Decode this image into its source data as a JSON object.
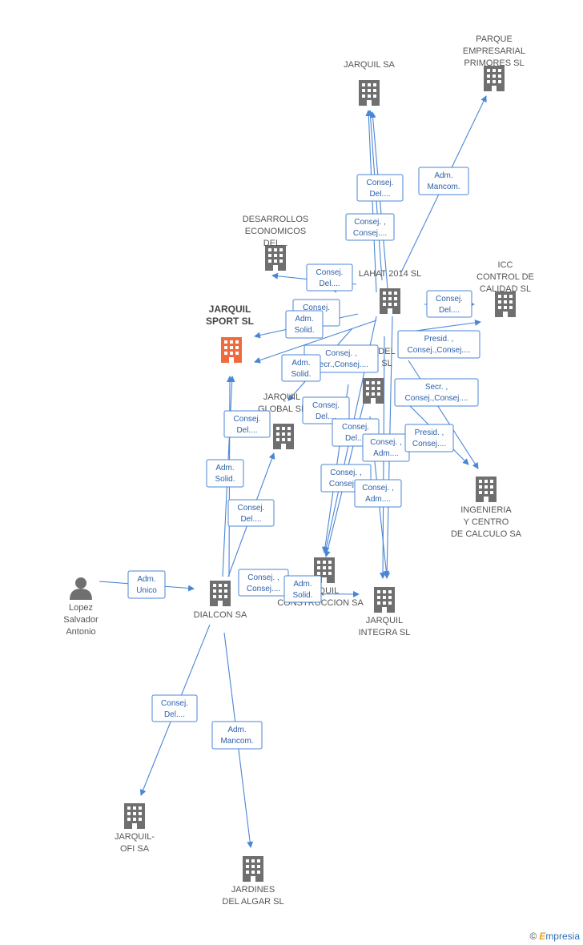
{
  "colors": {
    "edge": "#4a86d6",
    "building": "#6f6f6f",
    "focus": "#f26a3b",
    "person": "#707070"
  },
  "nodes": [
    {
      "id": "parque",
      "type": "company",
      "lines": [
        "PARQUE",
        "EMPRESARIAL",
        "PRIMORES SL"
      ]
    },
    {
      "id": "jarquil_sa",
      "type": "company",
      "lines": [
        "JARQUIL SA"
      ]
    },
    {
      "id": "desarrollos",
      "type": "company",
      "lines": [
        "DESARROLLOS",
        "ECONOMICOS",
        "DEL..."
      ]
    },
    {
      "id": "lahat",
      "type": "company",
      "lines": [
        "LAHAT 2014  SL"
      ]
    },
    {
      "id": "icc",
      "type": "company",
      "lines": [
        "ICC",
        "CONTROL DE",
        "CALIDAD SL"
      ]
    },
    {
      "id": "jarquil_sport",
      "type": "focus",
      "lines": [
        "JARQUIL",
        "SPORT SL"
      ]
    },
    {
      "id": "del_sl",
      "type": "company",
      "lines": [
        "DEL",
        "SL"
      ]
    },
    {
      "id": "jarquil_global",
      "type": "company",
      "lines": [
        "JARQUIL",
        "GLOBAL SL"
      ]
    },
    {
      "id": "ingenieria",
      "type": "company",
      "lines": [
        "INGENIERIA",
        "Y CENTRO",
        "DE CALCULO SA"
      ]
    },
    {
      "id": "lopez",
      "type": "person",
      "lines": [
        "Lopez",
        "Salvador",
        "Antonio"
      ]
    },
    {
      "id": "dialcon",
      "type": "company",
      "lines": [
        "DIALCON SA"
      ]
    },
    {
      "id": "jarquil_construccion",
      "type": "company",
      "lines": [
        "JARQUIL",
        "CONSTRUCCION SA"
      ]
    },
    {
      "id": "jarquil_integra",
      "type": "company",
      "lines": [
        "JARQUIL",
        "INTEGRA SL"
      ]
    },
    {
      "id": "jarquil_ofi",
      "type": "company",
      "lines": [
        "JARQUIL-",
        "OFI SA"
      ]
    },
    {
      "id": "jardines",
      "type": "company",
      "lines": [
        "JARDINES",
        "DEL ALGAR SL"
      ]
    }
  ],
  "relations": [
    {
      "id": "r_consej_jsa",
      "lines": [
        "Consej.",
        "Del...."
      ]
    },
    {
      "id": "r_adm_mancom_parque",
      "lines": [
        "Adm.",
        "Mancom."
      ]
    },
    {
      "id": "r_consej2_jsa",
      "lines": [
        "Consej. ,",
        "Consej...."
      ]
    },
    {
      "id": "r_consej_des",
      "lines": [
        "Consej.",
        "Del...."
      ]
    },
    {
      "id": "r_consej_icc",
      "lines": [
        "Consej.",
        "Del...."
      ]
    },
    {
      "id": "r_consej_sport",
      "lines": [
        "Consej.",
        "..."
      ]
    },
    {
      "id": "r_adm_solid_sport",
      "lines": [
        "Adm.",
        "Solid."
      ]
    },
    {
      "id": "r_presid_icc",
      "lines": [
        "Presid. ,",
        "Consej.,Consej...."
      ]
    },
    {
      "id": "r_consej_secr",
      "lines": [
        "Consej. ,",
        "Secr.,Consej...."
      ]
    },
    {
      "id": "r_adm_solid2",
      "lines": [
        "Adm.",
        "Solid."
      ]
    },
    {
      "id": "r_secr_ing",
      "lines": [
        "Secr. ,",
        "Consej.,Consej...."
      ]
    },
    {
      "id": "r_consej_del1",
      "lines": [
        "Consej.",
        "Del...."
      ]
    },
    {
      "id": "r_consej_sport2",
      "lines": [
        "Consej.",
        "Del...."
      ]
    },
    {
      "id": "r_consej_del2",
      "lines": [
        "Consej.",
        "Del...."
      ]
    },
    {
      "id": "r_consej_adm1",
      "lines": [
        "Consej. ,",
        "Adm...."
      ]
    },
    {
      "id": "r_presid_ing",
      "lines": [
        "Presid. ,",
        "Consej...."
      ]
    },
    {
      "id": "r_adm_solid_sport2",
      "lines": [
        "Adm.",
        "Solid."
      ]
    },
    {
      "id": "r_consej_consej",
      "lines": [
        "Consej. ,",
        "Consej...."
      ]
    },
    {
      "id": "r_consej_adm2",
      "lines": [
        "Consej. ,",
        "Adm...."
      ]
    },
    {
      "id": "r_consej_global",
      "lines": [
        "Consej.",
        "Del...."
      ]
    },
    {
      "id": "r_adm_unico",
      "lines": [
        "Adm.",
        "Unico"
      ]
    },
    {
      "id": "r_consej_constr",
      "lines": [
        "Consej. ,",
        "Consej...."
      ]
    },
    {
      "id": "r_adm_solid_constr",
      "lines": [
        "Adm.",
        "Solid."
      ]
    },
    {
      "id": "r_consej_ofi",
      "lines": [
        "Consej.",
        "Del...."
      ]
    },
    {
      "id": "r_adm_mancom_jard",
      "lines": [
        "Adm.",
        "Mancom."
      ]
    }
  ],
  "footer": {
    "copyright": "©",
    "brand_initial": "E",
    "brand_rest": "mpresia"
  }
}
